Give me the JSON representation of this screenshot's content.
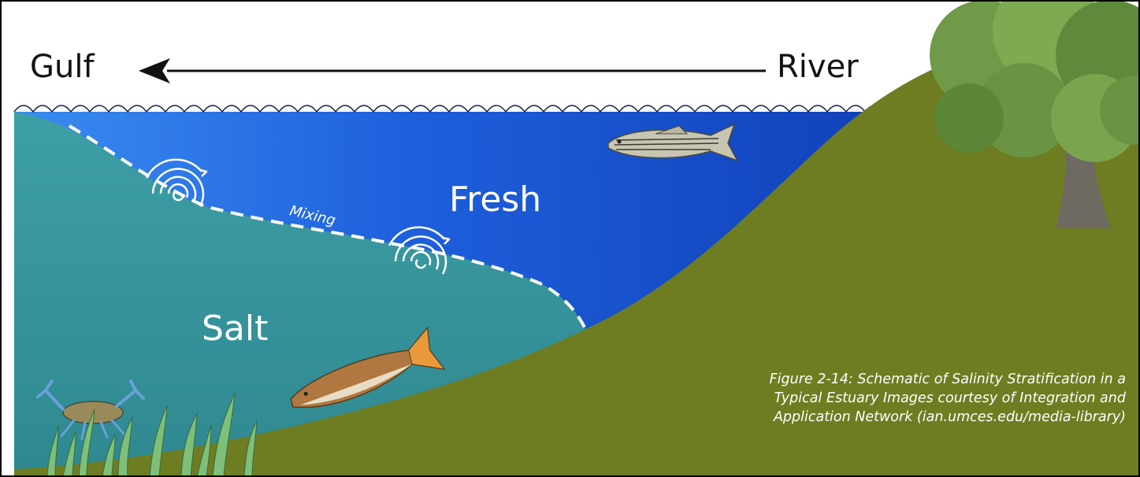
{
  "labels": {
    "gulf": "Gulf",
    "river": "River",
    "fresh": "Fresh",
    "salt": "Salt",
    "mixing": "Mixing"
  },
  "caption": "Figure 2-14: Schematic of Salinity Stratification in a Typical Estuary Images courtesy of Integration and Application Network (ian.umces.edu/media-library)",
  "icons": [
    "flow-arrow-icon",
    "eddy-icon",
    "striped-bass-icon",
    "redfish-icon",
    "blue-crab-icon",
    "seagrass-icon",
    "tree-icon"
  ],
  "colors": {
    "fresh_water": "#1a55d6",
    "salt_water": "#3a9ca0",
    "land": "#6e7d22",
    "tree_foliage": "#5f8a3c",
    "frame": "#000000"
  }
}
